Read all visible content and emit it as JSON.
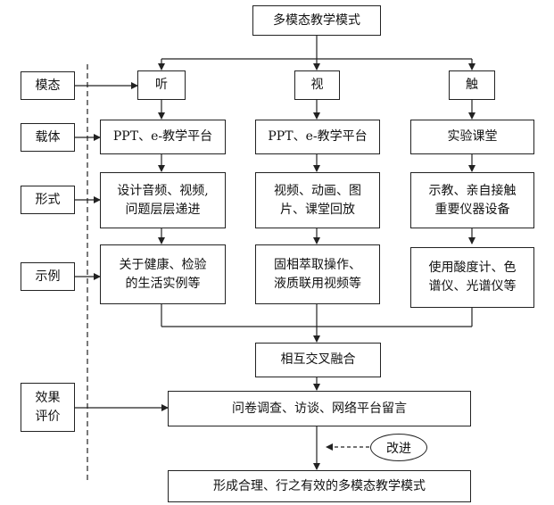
{
  "top": "多模态教学模式",
  "side_labels": {
    "modality": "模态",
    "carrier": "载体",
    "form": "形式",
    "example": "示例",
    "evaluation_line1": "效果",
    "evaluation_line2": "评价"
  },
  "columns": [
    {
      "modality": "听",
      "carrier": "PPT、e-教学平台",
      "form_line1": "设计音频、视频,",
      "form_line2": "问题层层递进",
      "example_line1": "关于健康、检验",
      "example_line2": "的生活实例等"
    },
    {
      "modality": "视",
      "carrier": "PPT、e-教学平台",
      "form_line1": "视频、动画、图",
      "form_line2": "片、课堂回放",
      "example_line1": "固相萃取操作、",
      "example_line2": "液质联用视频等"
    },
    {
      "modality": "触",
      "carrier": "实验课堂",
      "form_line1": "示教、亲自接触",
      "form_line2": "重要仪器设备",
      "example_line1": "使用酸度计、色",
      "example_line2": "谱仪、光谱仪等"
    }
  ],
  "merge": "相互交叉融合",
  "survey": "问卷调查、访谈、网络平台留言",
  "improve": "改进",
  "result": "形成合理、行之有效的多模态教学模式"
}
